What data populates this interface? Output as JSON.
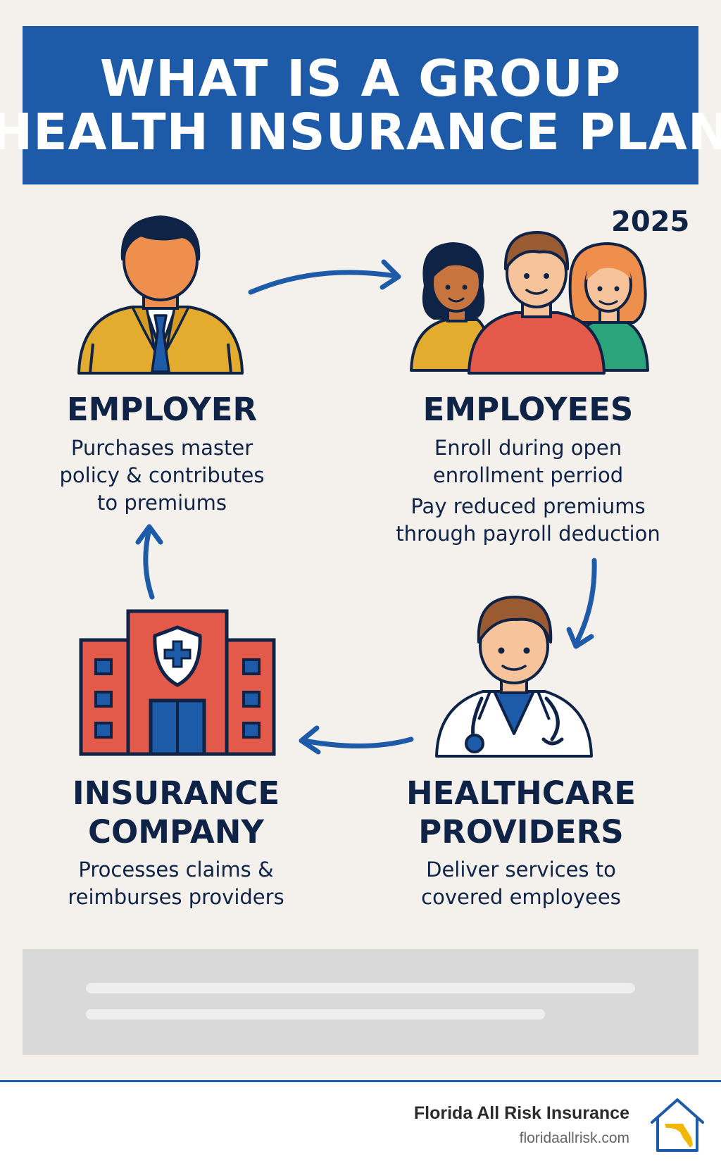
{
  "title": {
    "line1": "WHAT IS A GROUP",
    "line2": "HEALTH INSURANCE PLAN"
  },
  "year": "2025",
  "nodes": {
    "employer": {
      "heading": "EMPLOYER",
      "desc": [
        "Purchases master",
        "policy & contributes",
        "to premiums"
      ],
      "icon": "businessman-icon"
    },
    "employees": {
      "heading": "EMPLOYEES",
      "desc": [
        "Enroll during open",
        "enrollment perriod",
        "Pay reduced premiums",
        "through payroll deduction"
      ],
      "icon": "employees-group-icon"
    },
    "providers": {
      "heading_lines": [
        "HEALTHCARE",
        "PROVIDERS"
      ],
      "desc": [
        "Deliver services to",
        "covered employees"
      ],
      "icon": "doctor-icon"
    },
    "insurer": {
      "heading_lines": [
        "INSURANCE",
        "COMPANY"
      ],
      "desc": [
        "Processes claims &",
        "reimburses providers"
      ],
      "icon": "insurance-building-icon"
    }
  },
  "footer": {
    "brand": "Florida All Risk Insurance",
    "url": "floridaallrisk.com",
    "icon": "florida-house-logo-icon"
  },
  "colors": {
    "banner": "#1d5aa8",
    "text": "#0f2347",
    "arrow": "#1d5aa8",
    "background": "#f4f1ec"
  }
}
